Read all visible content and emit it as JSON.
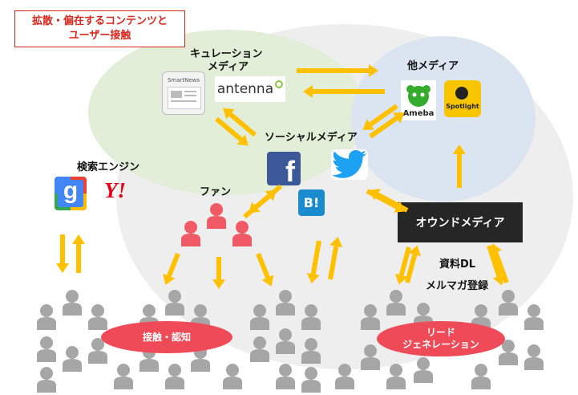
{
  "title_lines": [
    "拡散・偏在するコンテンツと",
    "ユーザー接触"
  ],
  "labels": {
    "curation_1": "キュレーション",
    "curation_2": "メディア",
    "other_media": "他メディア",
    "social_media": "ソーシャルメディア",
    "search_engine": "検索エンジン",
    "fan": "ファン",
    "owned_media": "オウンドメディア",
    "doc_dl": "資料DL",
    "mailmag": "メルマガ登録"
  },
  "pills": {
    "contact": "接触・認知",
    "lead_1": "リード",
    "lead_2": "ジェネレーション"
  },
  "logos": {
    "smartnews": "SmartNews",
    "antenna": "antenna",
    "ameba": "Ameba",
    "spotlight": "Spotlight",
    "hatena": "B!",
    "facebook": "f",
    "google": "g",
    "yahoo": "Y!"
  },
  "colors": {
    "accent_red": "#d9261c",
    "arrow_yellow": "#ffc000",
    "curation_circle": "#e2eed7",
    "other_media_circle": "#dbe4f1",
    "big_circle": "#eeeeee",
    "person_gray": "#a6a6a6",
    "fan_pink": "#ef5a64",
    "facebook_blue": "#3b5998",
    "twitter_blue": "#1da1f2",
    "hatena_blue": "#1b8bd0",
    "ameba_green": "#36ac2f",
    "spotlight_yellow": "#f7c600",
    "owned_bg": "#262626"
  }
}
